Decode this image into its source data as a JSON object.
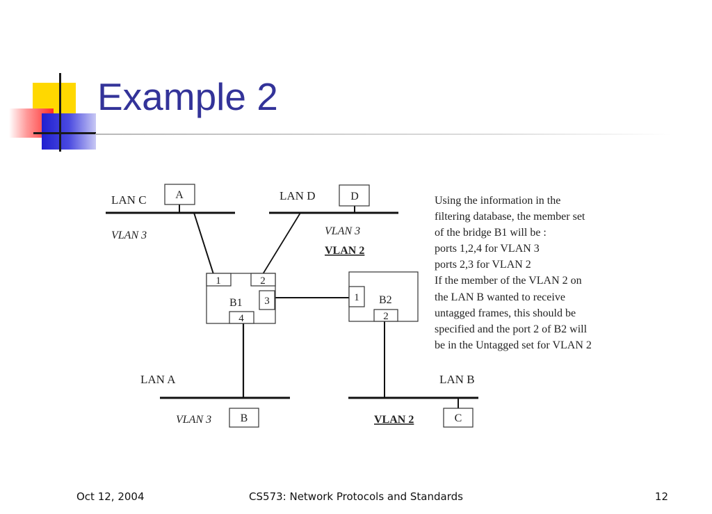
{
  "slide": {
    "title": "Example 2"
  },
  "diagram": {
    "lans": {
      "lan_c": "LAN C",
      "lan_d": "LAN D",
      "lan_a": "LAN A",
      "lan_b": "LAN B"
    },
    "hosts": {
      "a": "A",
      "d": "D",
      "b": "B",
      "c": "C"
    },
    "vlan_tags": {
      "lan_c": "VLAN 3",
      "lan_d_top": "VLAN 3",
      "lan_d_bottom": "VLAN 2",
      "lan_a": "VLAN 3",
      "lan_b": "VLAN 2"
    },
    "bridges": {
      "b1": {
        "label": "B1",
        "ports": [
          "1",
          "2",
          "3",
          "4"
        ]
      },
      "b2": {
        "label": "B2",
        "ports": [
          "1",
          "2"
        ]
      }
    }
  },
  "description": {
    "lines": [
      "Using the information in the",
      "filtering database, the member set",
      "of the bridge B1 will be :",
      "ports 1,2,4 for VLAN 3",
      "ports 2,3 for VLAN 2",
      "If the member of the VLAN 2 on",
      "the LAN B wanted to receive",
      "untagged frames, this should be",
      "specified and the port 2 of B2 will",
      "be in the Untagged set for VLAN 2"
    ]
  },
  "footer": {
    "date": "Oct 12, 2004",
    "course": "CS573: Network Protocols and Standards",
    "page": "12"
  },
  "colors": {
    "title": "#333399",
    "logo_yellow": "#ffd800",
    "logo_red": "#ff2a2a",
    "logo_blue": "#1f1fd0"
  }
}
